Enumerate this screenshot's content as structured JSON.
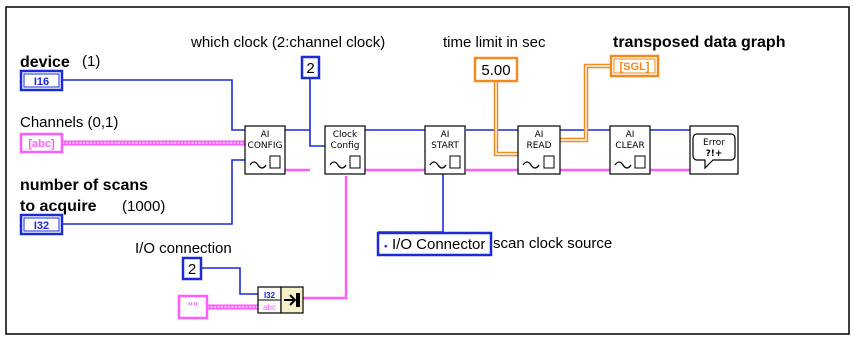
{
  "labels": {
    "device": "device",
    "device_default": "(1)",
    "channels": "Channels (0,1)",
    "scans_line1": "number of scans",
    "scans_line2": "to acquire",
    "scans_default": "(1000)",
    "which_clock": "which clock (2:channel clock)",
    "time_limit": "time limit in sec",
    "graph": "transposed data graph",
    "io_connection": "I/O connection",
    "scan_clock_source": "scan clock source"
  },
  "terminals": {
    "device_type": "I16",
    "channels_type": "[abc]",
    "scans_type": "I32",
    "graph_type": "[SGL]"
  },
  "constants": {
    "which_clock_value": "2",
    "time_limit_value": "5.00",
    "io_connection_value": "2",
    "empty_string": "\"\"",
    "enum_value": "I/O Connector"
  },
  "vis": {
    "ai_config": {
      "line1": "AI",
      "line2": "CONFIG"
    },
    "clock_config": {
      "line1": "Clock",
      "line2": "Config"
    },
    "ai_start": {
      "line1": "AI",
      "line2": "START"
    },
    "ai_read": {
      "line1": "AI",
      "line2": "READ"
    },
    "ai_clear": {
      "line1": "AI",
      "line2": "CLEAR"
    },
    "error": {
      "line1": "Error",
      "line2": "?!+"
    },
    "bundler": {
      "top": "I32",
      "bottom": "abc"
    }
  },
  "colors": {
    "blue_wire": "#1c2bd8",
    "pink_wire": "#ff5cff",
    "orange_wire": "#f28a1e"
  }
}
